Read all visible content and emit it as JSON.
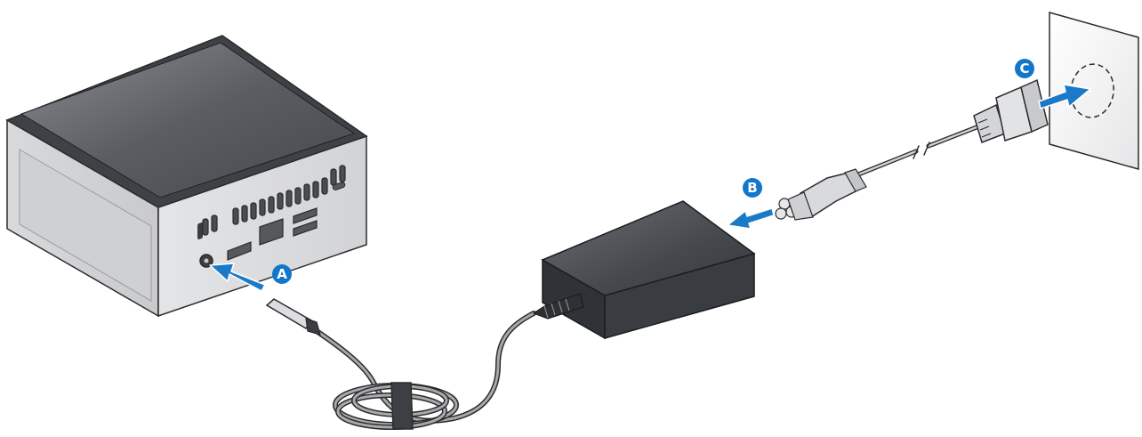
{
  "callouts": {
    "a": {
      "label": "A"
    },
    "b": {
      "label": "B"
    },
    "c": {
      "label": "C"
    }
  },
  "colors": {
    "callout_blue": "#1377c9",
    "arrow_blue": "#1a7ac8",
    "device_dark": "#4f5257",
    "adapter_dark": "#3d4045",
    "outline": "#2b2b2b"
  },
  "icons": {
    "mini_pc": "mini-pc-icon",
    "adapter": "power-adapter-icon",
    "outlet": "wall-outlet-icon"
  }
}
